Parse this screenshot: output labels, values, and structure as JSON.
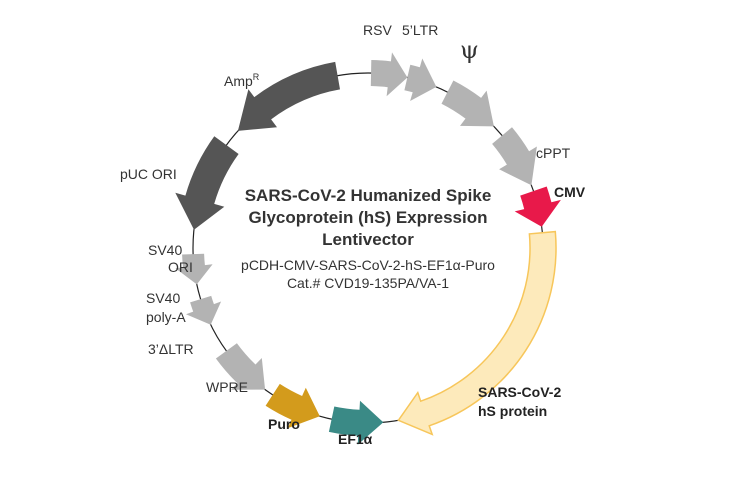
{
  "title": {
    "line1": "SARS-CoV-2 Humanized Spike",
    "line2": "Glycoprotein (hS) Expression",
    "line3": "Lentivector"
  },
  "subtitle": {
    "construct": "pCDH-CMV-SARS-CoV-2-hS-EF1α-Puro",
    "catalog": "Cat.# CVD19-135PA/VA-1"
  },
  "features": {
    "rsv": "RSV",
    "ltr5": "5’LTR",
    "psi": "ψ",
    "cppt": "cPPT",
    "cmv": "CMV",
    "spike_line1": "SARS-CoV-2",
    "spike_line2": "hS protein",
    "ef1a": "EF1α",
    "puro": "Puro",
    "wpre": "WPRE",
    "ltr3": "3’ΔLTR",
    "sv40pa_line1": "SV40",
    "sv40pa_line2": "poly-A",
    "sv40ori_line1": "SV40",
    "sv40ori_line2": "ORI",
    "puc": "pUC ORI",
    "amp": "Amp",
    "amp_sup": "R"
  },
  "colors": {
    "backbone": "#222222",
    "light_gray": "#b3b3b3",
    "dark_gray": "#555555",
    "cmv": "#e8194a",
    "spike_fill": "#fdeabb",
    "spike_stroke": "#f7c65a",
    "ef1a": "#3a8a86",
    "puro": "#d39b1c"
  }
}
